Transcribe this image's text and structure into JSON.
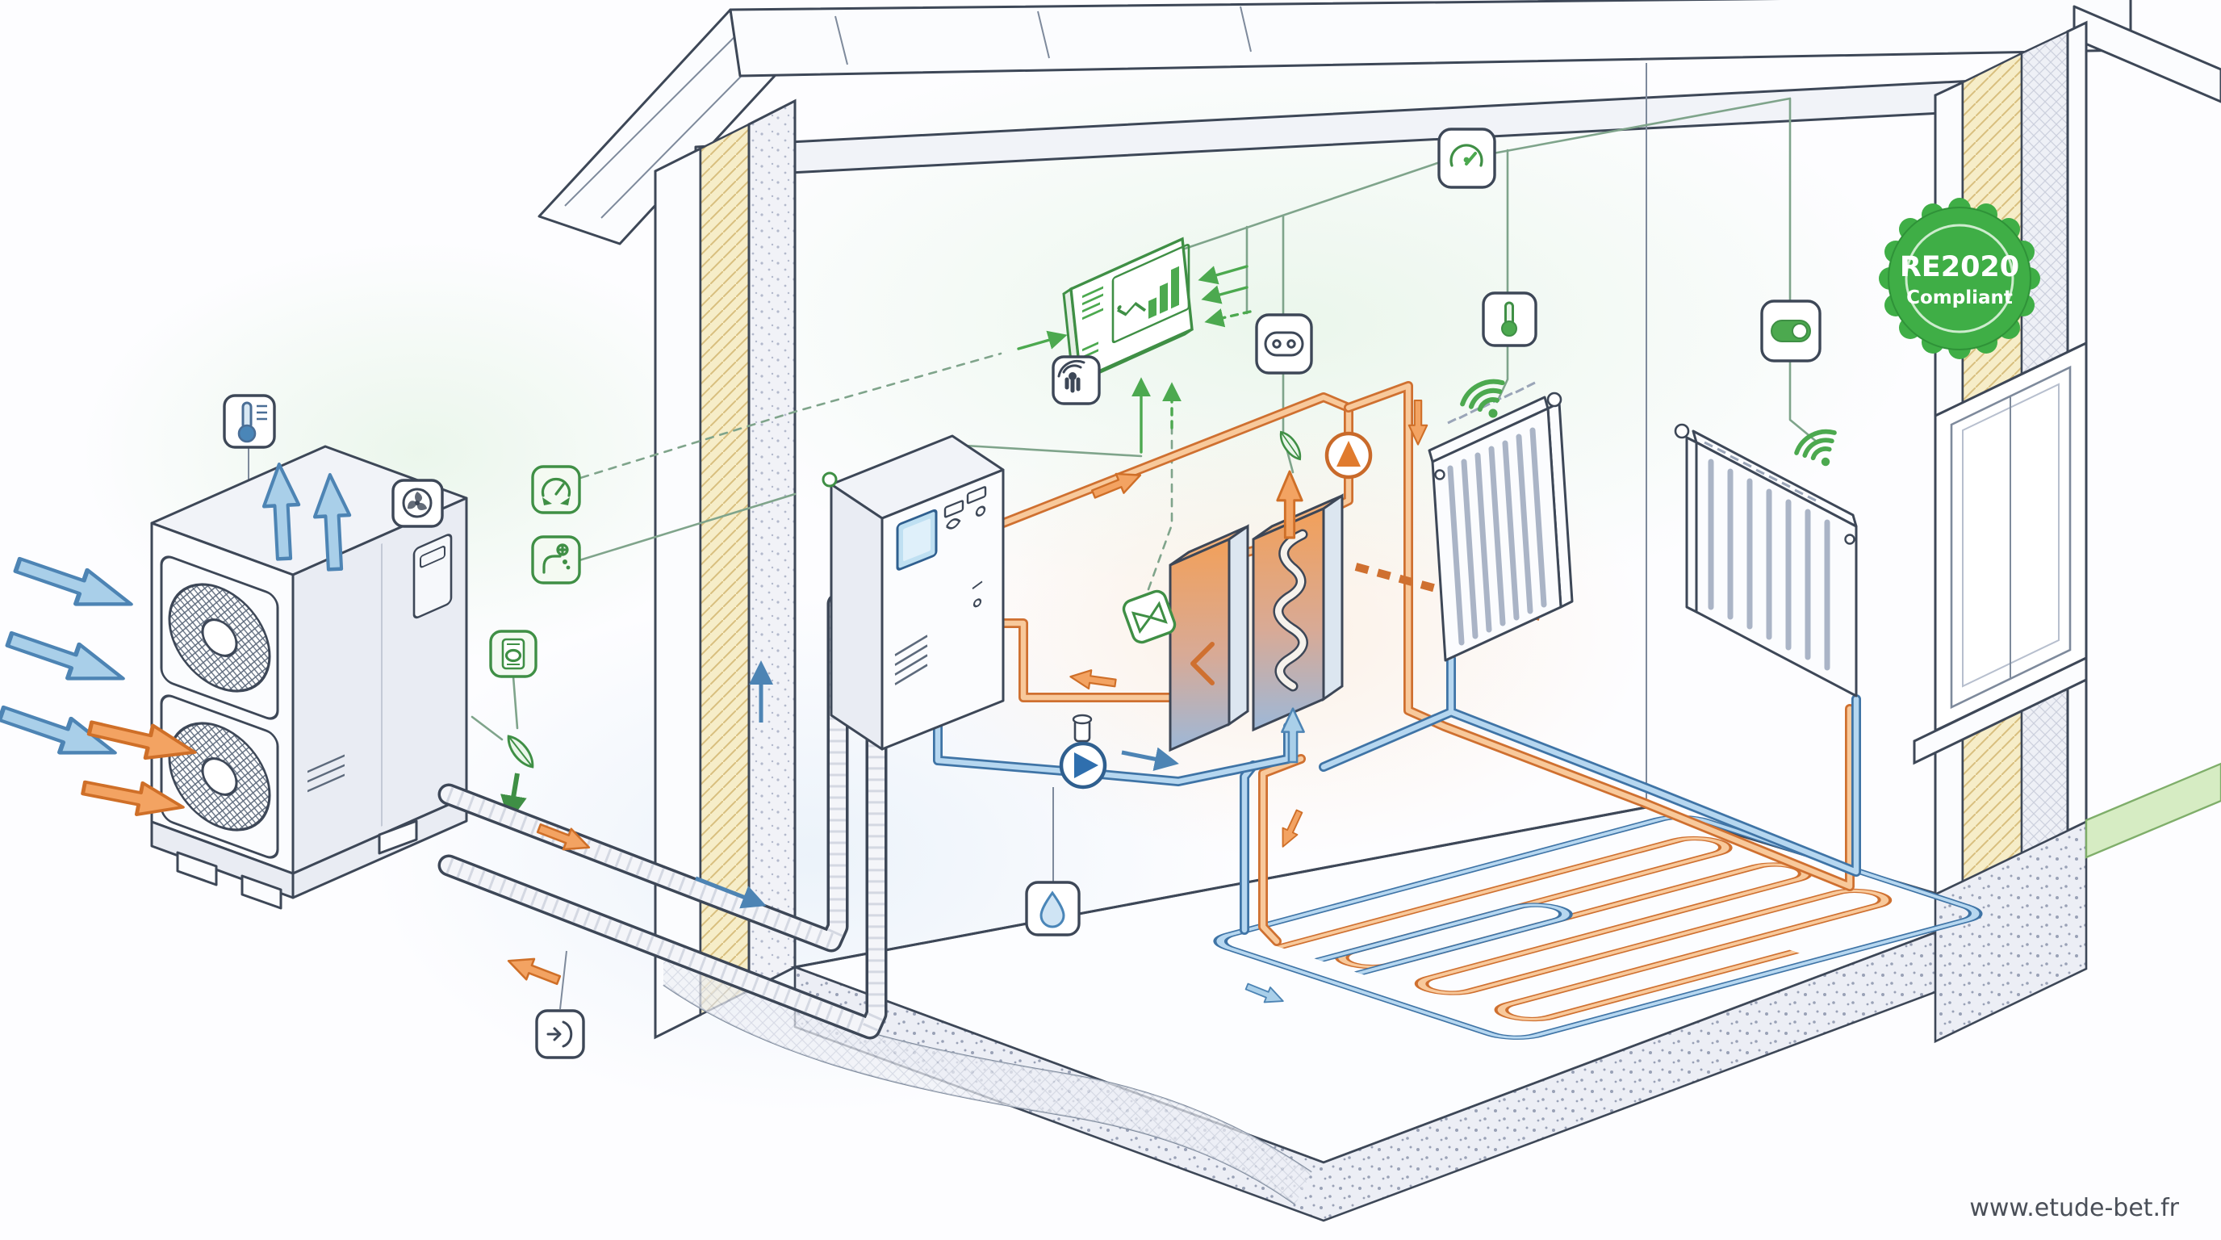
{
  "watermark": "www.etude-bet.fr",
  "badge": {
    "title": "RE2020",
    "subtitle": "Compliant"
  },
  "scene": {
    "description": "Isometric cutaway illustration of an air-to-water heat pump heating system in an RE2020 compliant house",
    "elements": [
      "outdoor heat pump unit",
      "insulated refrigerant pipes",
      "indoor hydraulic control unit",
      "plate heat exchangers",
      "circulation pumps",
      "two wall radiators",
      "underfloor heating loops",
      "smart energy dashboard",
      "insulated walls",
      "double glazed window"
    ]
  },
  "icons": [
    "outdoor-thermometer-icon",
    "fan-unit-icon",
    "pressure-gauge-icon",
    "hot-water-tap-icon",
    "programmer-icon",
    "expansion-valve-icon",
    "pipe-connection-icon",
    "touch-control-icon",
    "energy-dashboard-screen",
    "smart-gauge-icon",
    "power-outlet-icon",
    "room-thermostat-icon",
    "smart-switch-icon",
    "radiator-wifi-icon",
    "water-drop-icon",
    "circulation-pump-hot",
    "circulation-pump-cold",
    "mixing-valve-icon",
    "leaf-icon",
    "re2020-badge"
  ],
  "colors": {
    "outline": "#3d4757",
    "hot": "#e8873f",
    "cold": "#6aa5d8",
    "smart_green": "#4ca94f",
    "insulation": "#f6edc8",
    "badge_green": "#3fae46",
    "screen_blue": "#bfe0f2"
  }
}
